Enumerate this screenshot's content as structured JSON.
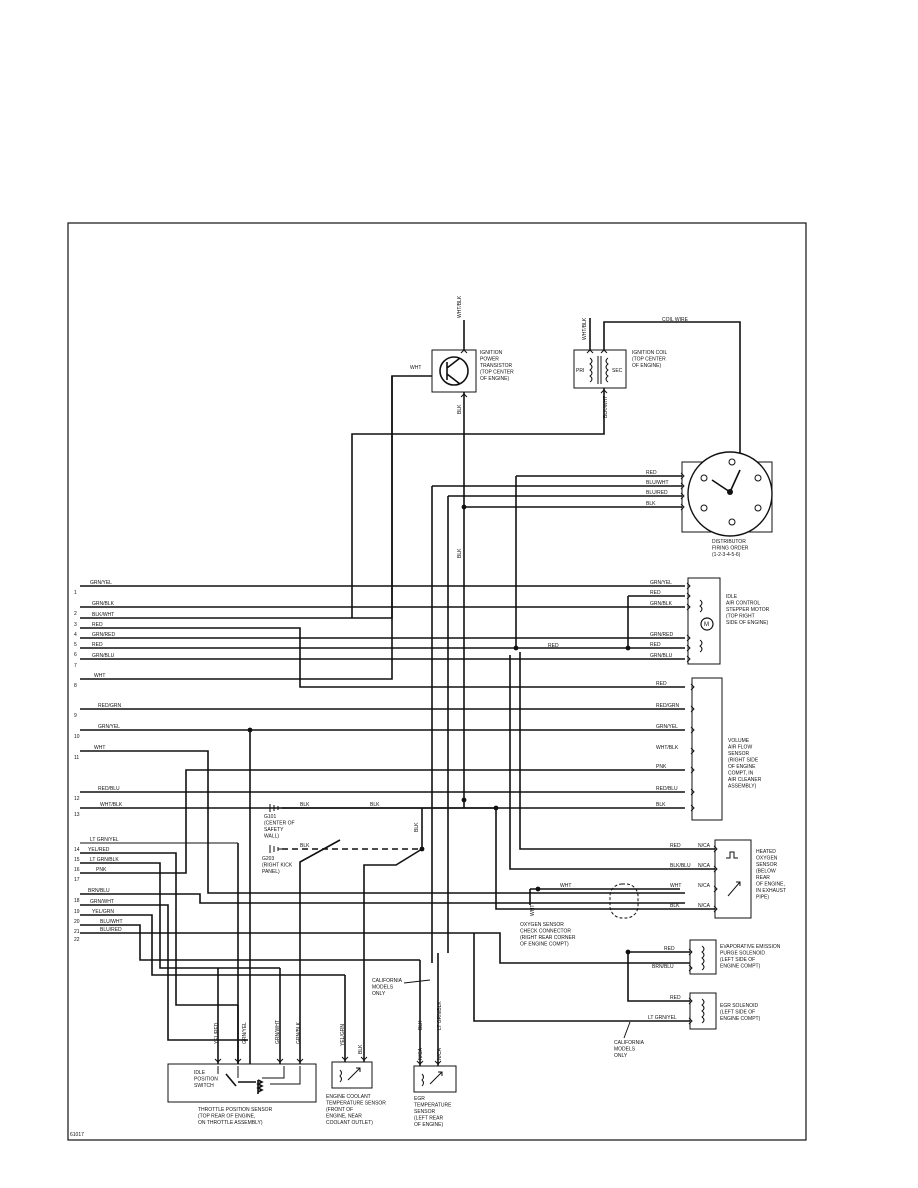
{
  "diagram": {
    "figure_code": "61017",
    "ecu_pins": [
      {
        "num": "1",
        "wire": "GRN/YEL"
      },
      {
        "num": "2",
        "wire": "GRN/BLK"
      },
      {
        "num": "3",
        "wire": "BLK/WHT"
      },
      {
        "num": "4",
        "wire": "RED"
      },
      {
        "num": "5",
        "wire": "GRN/RED"
      },
      {
        "num": "6",
        "wire": "RED"
      },
      {
        "num": "7",
        "wire": "GRN/BLU"
      },
      {
        "num": "8",
        "wire": "WHT"
      },
      {
        "num": "9",
        "wire": "RED/GRN"
      },
      {
        "num": "10",
        "wire": "GRN/YEL"
      },
      {
        "num": "11",
        "wire": "WHT"
      },
      {
        "num": "12",
        "wire": "RED/BLU"
      },
      {
        "num": "13",
        "wire": "WHT/BLK"
      },
      {
        "num": "14",
        "wire": "LT GRN/YEL"
      },
      {
        "num": "15",
        "wire": "YEL/RED"
      },
      {
        "num": "16",
        "wire": "LT GRN/BLK"
      },
      {
        "num": "17",
        "wire": "PNK"
      },
      {
        "num": "18",
        "wire": "BRN/BLU"
      },
      {
        "num": "19",
        "wire": "GRN/WHT"
      },
      {
        "num": "20",
        "wire": "YEL/GRN"
      },
      {
        "num": "21",
        "wire": "BLU/WHT"
      },
      {
        "num": "22",
        "wire": "BLU/RED"
      }
    ],
    "ignition_transistor": {
      "label": [
        "IGNITION",
        "POWER",
        "TRANSISTOR",
        "(TOP CENTER",
        "OF ENGINE)"
      ],
      "wire_in": "WHT",
      "wire_top": "WHT/BLK",
      "wire_bottom": "BLK"
    },
    "ignition_coil": {
      "label": [
        "IGNITION COIL",
        "(TOP CENTER",
        "OF ENGINE)"
      ],
      "pri": "PRI",
      "sec": "SEC",
      "wire_top": "WHT/BLK",
      "wire_bottom": "BLK/WHT",
      "coil_wire": "COIL WIRE"
    },
    "distributor": {
      "label": [
        "DISTRIBUTOR",
        "FIRING ORDER",
        "(1-2-3-4-5-6)"
      ],
      "wires": [
        "RED",
        "BLU/WHT",
        "BLU/RED",
        "BLK"
      ]
    },
    "bk_label": "BLK",
    "idle_motor": {
      "label": [
        "IDLE",
        "AIR CONTROL",
        "STEPPER MOTOR",
        "(TOP RIGHT",
        "SIDE OF ENGINE)"
      ],
      "wires": [
        "GRN/YEL",
        "RED",
        "GRN/BLK",
        "GRN/RED",
        "RED",
        "GRN/BLU"
      ],
      "motor_symbol": "M"
    },
    "junction_red": "RED",
    "vaf": {
      "label": [
        "VOLUME",
        "AIR FLOW",
        "SENSOR",
        "(RIGHT SIDE",
        "OF ENGINE",
        "COMPT, IN",
        "AIR CLEANER",
        "ASSEMBLY)"
      ],
      "wires": [
        "RED",
        "RED/GRN",
        "GRN/YEL",
        "WHT/BLK",
        "PNK",
        "RED/BLU",
        "BLK"
      ]
    },
    "grounds": {
      "g1_label": [
        "G101",
        "(CENTER OF",
        "SAFETY",
        "WALL)"
      ],
      "g2_label": [
        "G203",
        "(RIGHT KICK",
        "PANEL)"
      ],
      "blk": "BLK"
    },
    "o2_sensor": {
      "label": [
        "HEATED",
        "OXYGEN",
        "SENSOR",
        "(BELOW",
        "REAR",
        "OF ENGINE,",
        "IN EXHAUST",
        "PIPE)"
      ],
      "wires": [
        "RED",
        "BLK/BLU",
        "WHT",
        "BLK"
      ],
      "nca": "N/CA"
    },
    "check_connector": {
      "label": [
        "OXYGEN SENSOR",
        "CHECK CONNECTOR",
        "(RIGHT REAR CORNER",
        "OF ENGINE COMPT)"
      ],
      "wire": "WHT"
    },
    "evap": {
      "label": [
        "EVAPORATIVE EMISSION",
        "PURGE SOLENOID",
        "(LEFT SIDE OF",
        "ENGINE COMPT)"
      ],
      "wires": [
        "RED",
        "BRN/BLU"
      ]
    },
    "egr_sol": {
      "label": [
        "EGR SOLENOID",
        "(LEFT SIDE OF",
        "ENGINE COMPT)"
      ],
      "wires": [
        "RED",
        "LT GRN/YEL"
      ]
    },
    "california_1": [
      "CALIFORNIA",
      "MODELS",
      "ONLY"
    ],
    "california_2": [
      "CALIFORNIA",
      "MODELS",
      "ONLY"
    ],
    "tps": {
      "inner": [
        "IDLE",
        "POSITION",
        "SWITCH"
      ],
      "label": [
        "THROTTLE POSITION SENSOR",
        "(TOP REAR OF ENGINE,",
        "ON THROTTLE ASSEMBLY)"
      ],
      "wires": [
        "YEL/RED",
        "GRN/YEL",
        "GRN/WHT",
        "GRN/BLK"
      ]
    },
    "ect": {
      "label": [
        "ENGINE COOLANT",
        "TEMPERATURE SENSOR",
        "(FRONT OF",
        "ENGINE, NEAR",
        "COOLANT OUTLET)"
      ],
      "wires": [
        "YEL/GRN",
        "BLK"
      ]
    },
    "egr_temp": {
      "label": [
        "EGR",
        "TEMPERATURE",
        "SENSOR",
        "(LEFT REAR",
        "OF ENGINE)"
      ],
      "wires": [
        "BLK",
        "LT GRN/BLK"
      ],
      "nca": "N/CA"
    }
  }
}
